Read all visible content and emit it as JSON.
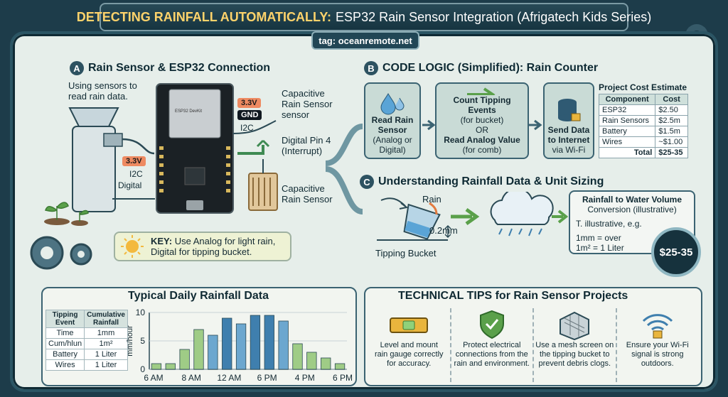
{
  "title": {
    "bold": "DETECTING RAINFALL AUTOMATICALLY:",
    "rest": "ESP32 Rain Sensor Integration (Afrigatech Kids Series)"
  },
  "tag": "tag: oceanremote.net",
  "sectionA": {
    "letter": "A",
    "heading": "Rain Sensor & ESP32 Connection",
    "intro": [
      "Using sensors to",
      "read rain data."
    ],
    "esp_label": "ESP32 DevKit",
    "badge_33_top": "3.3V",
    "badge_gnd": "GND",
    "i2c_top": "I2C",
    "badge_33_left": "3.3V",
    "i2c_left": "I2C",
    "digital_left": "Digital",
    "cap_top": [
      "Capacitive",
      "Rain Sensor",
      "sensor"
    ],
    "digital_pin": [
      "Digital Pin 4",
      "(Interrupt)"
    ],
    "cap_bottom": [
      "Capacitive",
      "Rain Sensor"
    ],
    "key": {
      "bold": "KEY:",
      "line1": "Use Analog for light rain,",
      "line2": "Digital for tipping bucket."
    }
  },
  "sectionB": {
    "letter": "B",
    "heading": "CODE LOGIC (Simplified): Rain Counter",
    "box1": {
      "bold": "Read Rain Sensor",
      "sub": "(Analog or Digital)"
    },
    "box2": {
      "bold1": "Count Tipping Events",
      "sub1": "(for bucket)",
      "or": "OR",
      "bold2": "Read Analog Value",
      "sub2": "(for comb)"
    },
    "box3": {
      "bold": "Send Data to Internet",
      "sub": "via Wi-Fi"
    }
  },
  "cost": {
    "title": "Project Cost Estimate",
    "headers": [
      "Component",
      "Cost"
    ],
    "rows": [
      [
        "ESP32",
        "$2.50"
      ],
      [
        "Rain Sensors",
        "$2.5m"
      ],
      [
        "Battery",
        "$1.5m"
      ],
      [
        "Wires",
        "~$1.00"
      ]
    ],
    "total": [
      "Total",
      "$25-35"
    ]
  },
  "sectionC": {
    "letter": "C",
    "heading": "Understanding Rainfall Data & Unit Sizing",
    "rain": "Rain",
    "mm": "0.2mm",
    "bucket": "Tipping Bucket",
    "conv_title1": "Rainfall to Water Volume",
    "conv_title2": "Conversion (illustrative)",
    "conv_line1": "T. illustrative, e.g.",
    "conv_line2": "1mm = over",
    "conv_line3": "1m² = 1 Liter"
  },
  "price_badge": "$25-35",
  "daily": {
    "title": "Typical Daily Rainfall Data",
    "headers": [
      "Tipping Event",
      "Cumulative Rainfall"
    ],
    "rows": [
      [
        "Time",
        "1mm"
      ],
      [
        "Cum/hlun",
        "1m²"
      ],
      [
        "Battery",
        "1 Liter"
      ],
      [
        "Wires",
        "1 Liter"
      ]
    ]
  },
  "chart_data": {
    "type": "bar",
    "ylabel": "mm/hour",
    "ylim": [
      0,
      10
    ],
    "yticks": [
      0,
      5,
      10
    ],
    "xtick_labels": [
      "6 AM",
      "8 AM",
      "12 AM",
      "6 PM",
      "4 PM",
      "6 PM"
    ],
    "values": [
      1,
      1,
      3.5,
      7,
      6,
      9,
      8,
      9.5,
      9.5,
      8.5,
      4.5,
      3,
      2,
      1
    ],
    "colors": [
      "#9fcc86",
      "#9fcc86",
      "#9fcc86",
      "#9fcc86",
      "#6ca7cf",
      "#3f7fae",
      "#6ca7cf",
      "#3f7fae",
      "#3f7fae",
      "#6ca7cf",
      "#9fcc86",
      "#9fcc86",
      "#9fcc86",
      "#9fcc86"
    ]
  },
  "tips": {
    "title": "TECHNICAL TIPS for Rain Sensor Projects",
    "items": [
      {
        "icon": "spirit-level-icon",
        "line1": "Level and mount",
        "line2": "rain gauge correctly",
        "line3": "for accuracy."
      },
      {
        "icon": "shield-hand-icon",
        "line1": "Protect electrical",
        "line2": "connections from the",
        "line3": "rain and environment."
      },
      {
        "icon": "mesh-screen-icon",
        "line1": "Use a mesh screen on",
        "line2": "the tipping bucket to",
        "line3": "prevent debris clogs."
      },
      {
        "icon": "wifi-lock-icon",
        "line1": "Ensure your Wi-Fi",
        "line2": "signal is strong",
        "line3": "outdoors."
      }
    ]
  }
}
